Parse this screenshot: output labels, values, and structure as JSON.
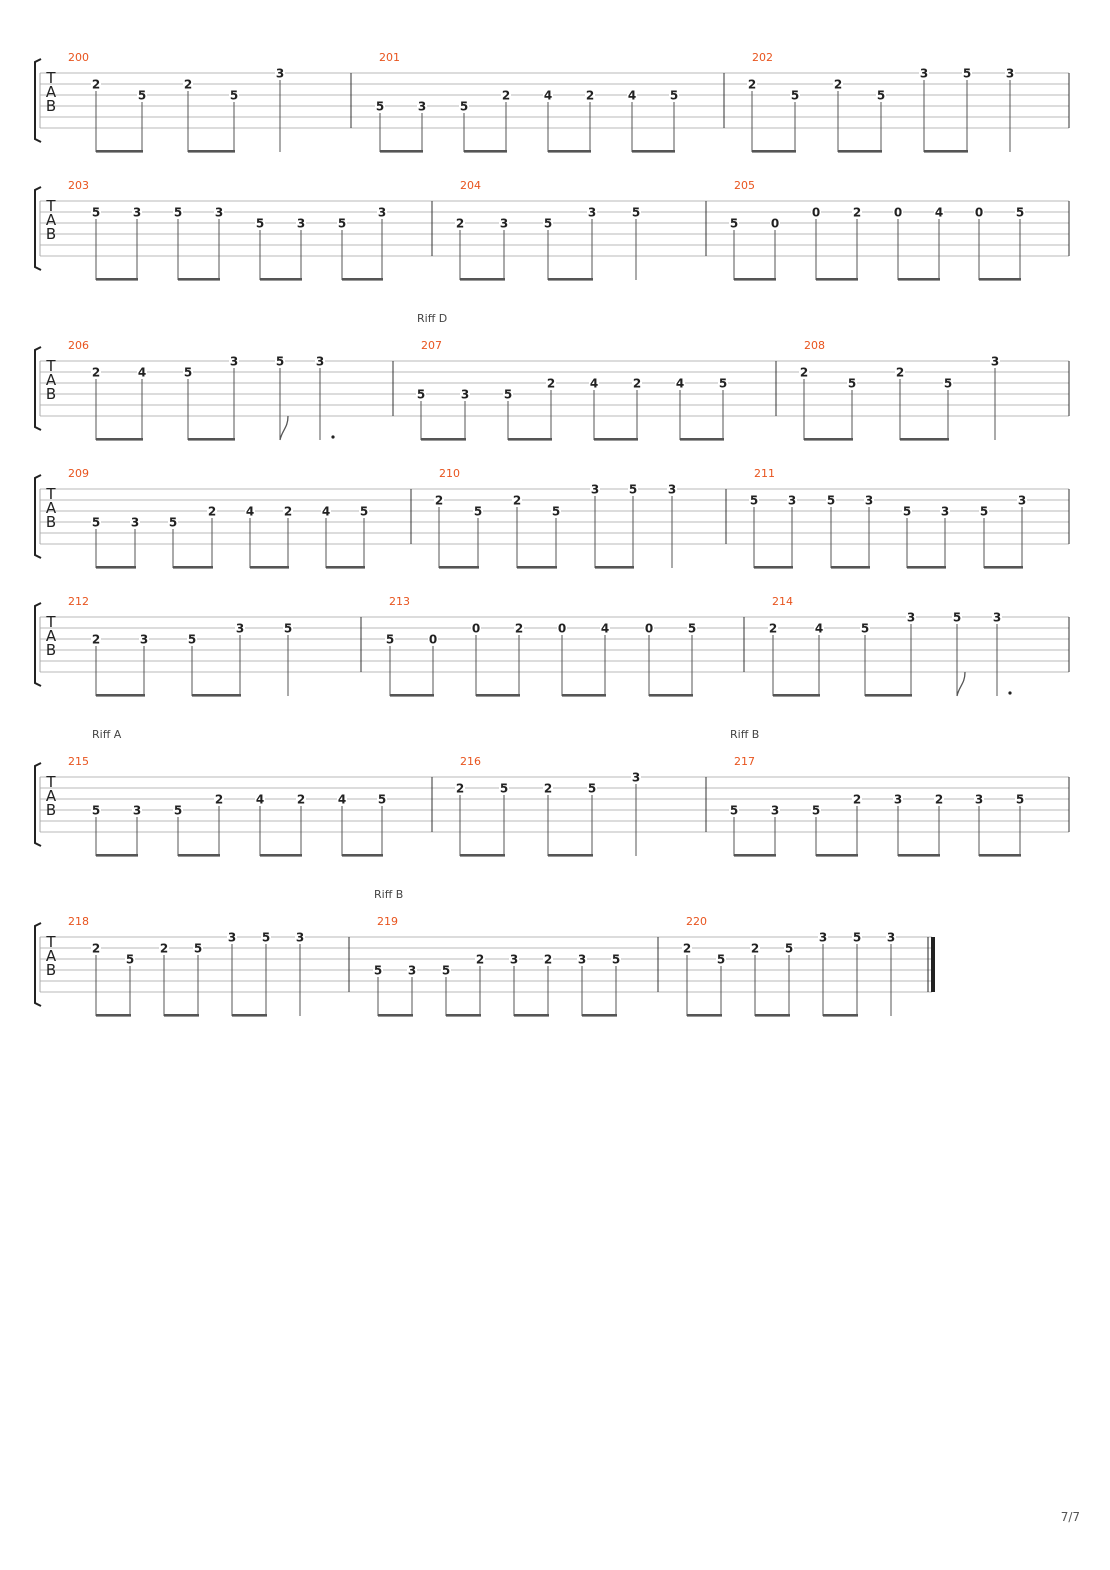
{
  "tab_clef": [
    "T",
    "A",
    "B"
  ],
  "page_indicator": "7/7",
  "systems": [
    {
      "measures": [
        {
          "number": "200",
          "notes": [
            [
              "2",
              1
            ],
            [
              "5",
              2
            ],
            [
              "2",
              1
            ],
            [
              "5",
              2
            ],
            [
              "3",
              0
            ]
          ],
          "beams": [
            [
              0,
              1
            ],
            [
              2,
              3
            ]
          ]
        },
        {
          "number": "201",
          "notes": [
            [
              "5",
              3
            ],
            [
              "3",
              3
            ],
            [
              "5",
              3
            ],
            [
              "2",
              2
            ],
            [
              "4",
              2
            ],
            [
              "2",
              2
            ],
            [
              "4",
              2
            ],
            [
              "5",
              2
            ]
          ],
          "beams": [
            [
              0,
              1
            ],
            [
              2,
              3
            ],
            [
              4,
              5
            ],
            [
              6,
              7
            ]
          ]
        },
        {
          "number": "202",
          "notes": [
            [
              "2",
              1
            ],
            [
              "5",
              2
            ],
            [
              "2",
              1
            ],
            [
              "5",
              2
            ],
            [
              "3",
              0
            ],
            [
              "5",
              0
            ],
            [
              "3",
              0
            ]
          ],
          "beams": [
            [
              0,
              1
            ],
            [
              2,
              3
            ],
            [
              4,
              5
            ]
          ]
        }
      ]
    },
    {
      "measures": [
        {
          "number": "203",
          "notes": [
            [
              "5",
              1
            ],
            [
              "3",
              1
            ],
            [
              "5",
              1
            ],
            [
              "3",
              1
            ],
            [
              "5",
              2
            ],
            [
              "3",
              2
            ],
            [
              "5",
              2
            ],
            [
              "3",
              1
            ]
          ],
          "beams": [
            [
              0,
              1
            ],
            [
              2,
              3
            ],
            [
              4,
              5
            ],
            [
              6,
              7
            ]
          ]
        },
        {
          "number": "204",
          "notes": [
            [
              "2",
              2
            ],
            [
              "3",
              2
            ],
            [
              "5",
              2
            ],
            [
              "3",
              1
            ],
            [
              "5",
              1
            ]
          ],
          "beams": [
            [
              0,
              1
            ],
            [
              2,
              3
            ]
          ]
        },
        {
          "number": "205",
          "notes": [
            [
              "5",
              2
            ],
            [
              "0",
              2
            ],
            [
              "0",
              1
            ],
            [
              "2",
              1
            ],
            [
              "0",
              1
            ],
            [
              "4",
              1
            ],
            [
              "0",
              1
            ],
            [
              "5",
              1
            ]
          ],
          "beams": [
            [
              0,
              1
            ],
            [
              2,
              3
            ],
            [
              4,
              5
            ],
            [
              6,
              7
            ]
          ]
        }
      ]
    },
    {
      "measures": [
        {
          "number": "206",
          "riff": "Riff D",
          "notes": [
            [
              "2",
              1
            ],
            [
              "4",
              1
            ],
            [
              "5",
              1
            ],
            [
              "3",
              0
            ],
            [
              "5",
              0
            ],
            [
              "3",
              0
            ]
          ],
          "beams": [
            [
              0,
              1
            ],
            [
              2,
              3
            ]
          ],
          "flag": 4,
          "dot": 5
        },
        {
          "number": "207",
          "notes": [
            [
              "5",
              3
            ],
            [
              "3",
              3
            ],
            [
              "5",
              3
            ],
            [
              "2",
              2
            ],
            [
              "4",
              2
            ],
            [
              "2",
              2
            ],
            [
              "4",
              2
            ],
            [
              "5",
              2
            ]
          ],
          "beams": [
            [
              0,
              1
            ],
            [
              2,
              3
            ],
            [
              4,
              5
            ],
            [
              6,
              7
            ]
          ]
        },
        {
          "number": "208",
          "notes": [
            [
              "2",
              1
            ],
            [
              "5",
              2
            ],
            [
              "2",
              1
            ],
            [
              "5",
              2
            ],
            [
              "3",
              0
            ]
          ],
          "beams": [
            [
              0,
              1
            ],
            [
              2,
              3
            ]
          ]
        }
      ]
    },
    {
      "measures": [
        {
          "number": "209",
          "notes": [
            [
              "5",
              3
            ],
            [
              "3",
              3
            ],
            [
              "5",
              3
            ],
            [
              "2",
              2
            ],
            [
              "4",
              2
            ],
            [
              "2",
              2
            ],
            [
              "4",
              2
            ],
            [
              "5",
              2
            ]
          ],
          "beams": [
            [
              0,
              1
            ],
            [
              2,
              3
            ],
            [
              4,
              5
            ],
            [
              6,
              7
            ]
          ]
        },
        {
          "number": "210",
          "notes": [
            [
              "2",
              1
            ],
            [
              "5",
              2
            ],
            [
              "2",
              1
            ],
            [
              "5",
              2
            ],
            [
              "3",
              0
            ],
            [
              "5",
              0
            ],
            [
              "3",
              0
            ]
          ],
          "beams": [
            [
              0,
              1
            ],
            [
              2,
              3
            ],
            [
              4,
              5
            ]
          ]
        },
        {
          "number": "211",
          "notes": [
            [
              "5",
              1
            ],
            [
              "3",
              1
            ],
            [
              "5",
              1
            ],
            [
              "3",
              1
            ],
            [
              "5",
              2
            ],
            [
              "3",
              2
            ],
            [
              "5",
              2
            ],
            [
              "3",
              1
            ]
          ],
          "beams": [
            [
              0,
              1
            ],
            [
              2,
              3
            ],
            [
              4,
              5
            ],
            [
              6,
              7
            ]
          ]
        }
      ]
    },
    {
      "measures": [
        {
          "number": "212",
          "notes": [
            [
              "2",
              2
            ],
            [
              "3",
              2
            ],
            [
              "5",
              2
            ],
            [
              "3",
              1
            ],
            [
              "5",
              1
            ]
          ],
          "beams": [
            [
              0,
              1
            ],
            [
              2,
              3
            ]
          ]
        },
        {
          "number": "213",
          "notes": [
            [
              "5",
              2
            ],
            [
              "0",
              2
            ],
            [
              "0",
              1
            ],
            [
              "2",
              1
            ],
            [
              "0",
              1
            ],
            [
              "4",
              1
            ],
            [
              "0",
              1
            ],
            [
              "5",
              1
            ]
          ],
          "beams": [
            [
              0,
              1
            ],
            [
              2,
              3
            ],
            [
              4,
              5
            ],
            [
              6,
              7
            ]
          ]
        },
        {
          "number": "214",
          "notes": [
            [
              "2",
              1
            ],
            [
              "4",
              1
            ],
            [
              "5",
              1
            ],
            [
              "3",
              0
            ],
            [
              "5",
              0
            ],
            [
              "3",
              0
            ]
          ],
          "beams": [
            [
              0,
              1
            ],
            [
              2,
              3
            ]
          ],
          "flag": 4,
          "dot": 5
        }
      ]
    },
    {
      "measures": [
        {
          "number": "215",
          "riff": "Riff A",
          "notes": [
            [
              "5",
              3
            ],
            [
              "3",
              3
            ],
            [
              "5",
              3
            ],
            [
              "2",
              2
            ],
            [
              "4",
              2
            ],
            [
              "2",
              2
            ],
            [
              "4",
              2
            ],
            [
              "5",
              2
            ]
          ],
          "beams": [
            [
              0,
              1
            ],
            [
              2,
              3
            ],
            [
              4,
              5
            ],
            [
              6,
              7
            ]
          ]
        },
        {
          "number": "216",
          "notes": [
            [
              "2",
              1
            ],
            [
              "5",
              1
            ],
            [
              "2",
              1
            ],
            [
              "5",
              1
            ],
            [
              "3",
              0
            ]
          ],
          "beams": [
            [
              0,
              1
            ],
            [
              2,
              3
            ]
          ]
        },
        {
          "number": "217",
          "riff": "Riff B",
          "notes": [
            [
              "5",
              3
            ],
            [
              "3",
              3
            ],
            [
              "5",
              3
            ],
            [
              "2",
              2
            ],
            [
              "3",
              2
            ],
            [
              "2",
              2
            ],
            [
              "3",
              2
            ],
            [
              "5",
              2
            ]
          ],
          "beams": [
            [
              0,
              1
            ],
            [
              2,
              3
            ],
            [
              4,
              5
            ],
            [
              6,
              7
            ]
          ]
        }
      ]
    },
    {
      "measures": [
        {
          "number": "218",
          "notes": [
            [
              "2",
              1
            ],
            [
              "5",
              2
            ],
            [
              "2",
              1
            ],
            [
              "5",
              1
            ],
            [
              "3",
              0
            ],
            [
              "5",
              0
            ],
            [
              "3",
              0
            ]
          ],
          "beams": [
            [
              0,
              1
            ],
            [
              2,
              3
            ],
            [
              4,
              5
            ]
          ]
        },
        {
          "number": "219",
          "riff": "Riff B",
          "notes": [
            [
              "5",
              3
            ],
            [
              "3",
              3
            ],
            [
              "5",
              3
            ],
            [
              "2",
              2
            ],
            [
              "3",
              2
            ],
            [
              "2",
              2
            ],
            [
              "3",
              2
            ],
            [
              "5",
              2
            ]
          ],
          "beams": [
            [
              0,
              1
            ],
            [
              2,
              3
            ],
            [
              4,
              5
            ],
            [
              6,
              7
            ]
          ]
        },
        {
          "number": "220",
          "notes": [
            [
              "2",
              1
            ],
            [
              "5",
              2
            ],
            [
              "2",
              1
            ],
            [
              "5",
              1
            ],
            [
              "3",
              0
            ],
            [
              "5",
              0
            ],
            [
              "3",
              0
            ]
          ],
          "beams": [
            [
              0,
              1
            ],
            [
              2,
              3
            ],
            [
              4,
              5
            ]
          ],
          "final": true
        }
      ]
    }
  ]
}
